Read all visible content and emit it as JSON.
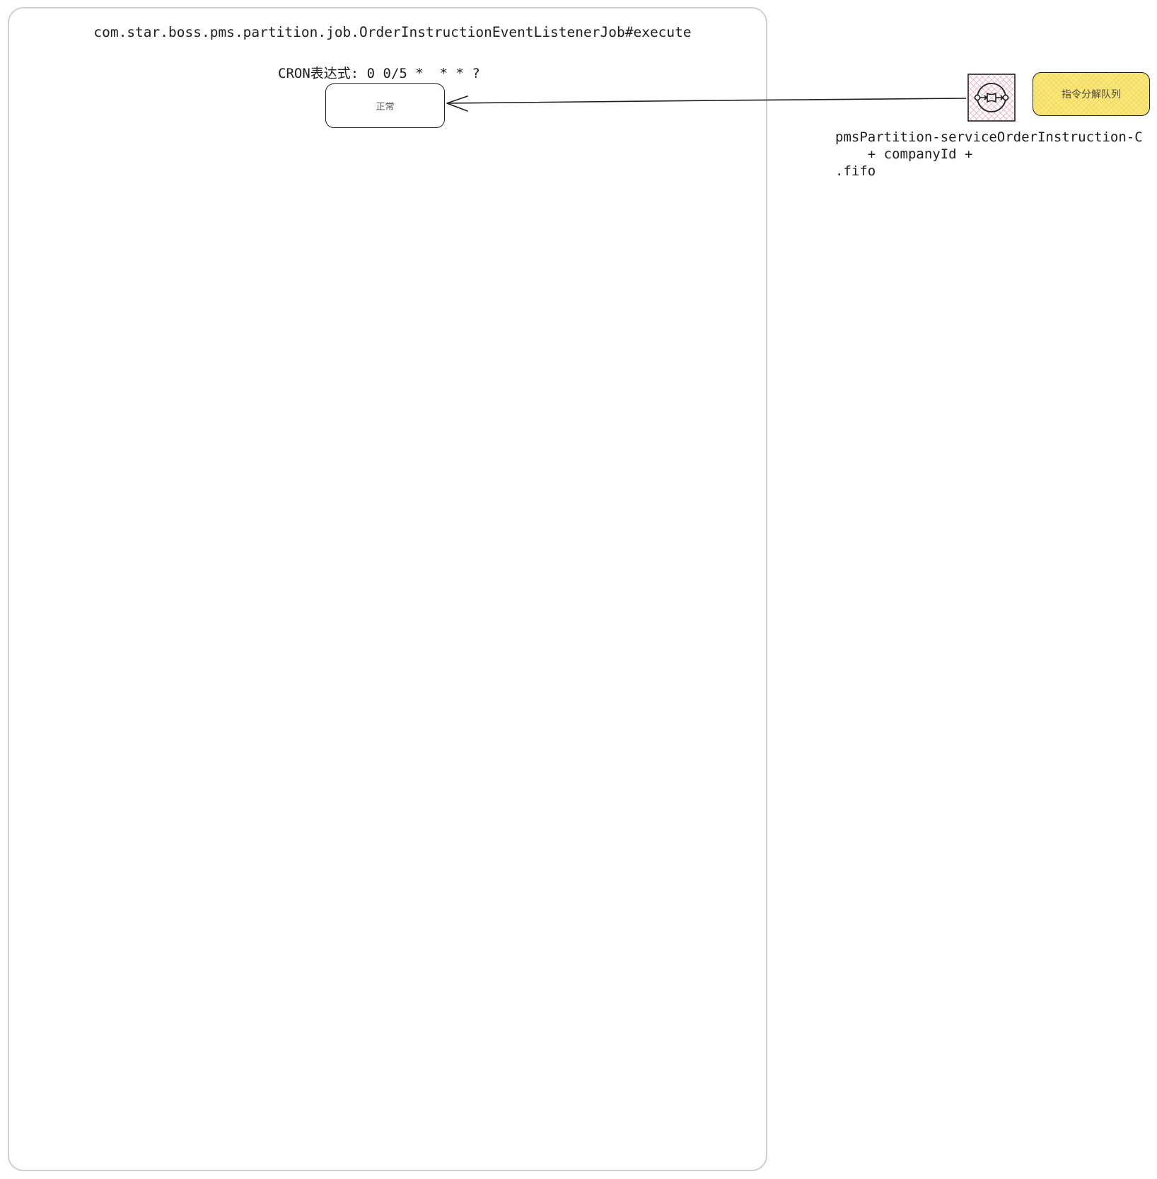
{
  "diagram": {
    "job_title": "com.star.boss.pms.partition.job.OrderInstructionEventListenerJob#execute",
    "cron_label": "CRON表达式: 0 0/5 *  * * ?",
    "status_node": "正常",
    "queue_node": "指令分解队列",
    "queue_name_lines": [
      "pmsPartition-serviceOrderInstruction-C",
      "    + companyId +",
      ".fifo"
    ],
    "colors": {
      "queue_label_fill": "#fbe87d",
      "queue_icon_hatch": "#e88aa0",
      "stroke": "#1e1e1e",
      "container_border": "#cfcfcf"
    },
    "icons": {
      "queue": "message-queue-icon"
    }
  }
}
